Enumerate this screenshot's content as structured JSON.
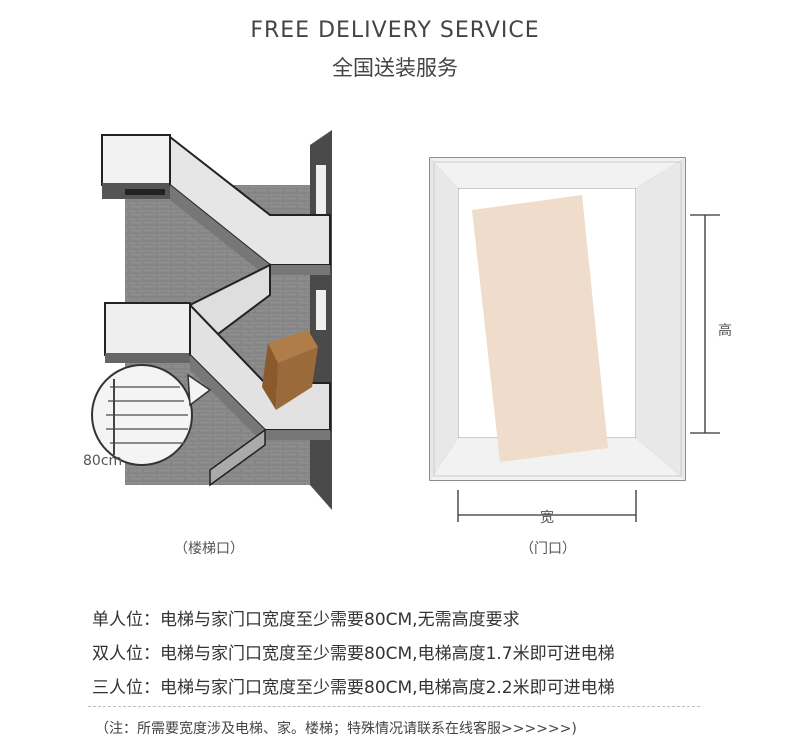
{
  "header": {
    "title_en": "FREE DELIVERY SERVICE",
    "title_cn": "全国送装服务"
  },
  "diagram": {
    "stair_width_label": "80cm",
    "stair_caption": "（楼梯口）",
    "door_height_label": "高",
    "door_width_label": "宽",
    "door_caption": "（门口）"
  },
  "rules": [
    "单人位：电梯与家门口宽度至少需要80CM,无需高度要求",
    "双人位：电梯与家门口宽度至少需要80CM,电梯高度1.7米即可进电梯",
    "三人位：电梯与家门口宽度至少需要80CM,电梯高度2.2米即可进电梯"
  ],
  "note": "（注：所需要宽度涉及电梯、家。楼梯；特殊情况请联系在线客服>>>>>>)",
  "colors": {
    "wall": "#8f8f8f",
    "sofa_box": "#9b6a3a",
    "door_panel": "#efdccb"
  }
}
